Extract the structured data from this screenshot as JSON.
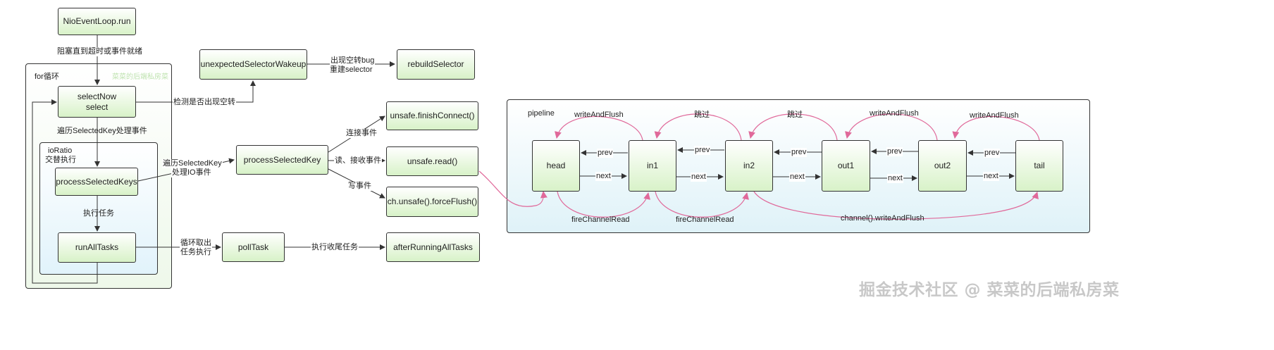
{
  "nodes": {
    "nioeventloop_run": "NioEventLoop.run",
    "selectnow_line1": "selectNow",
    "selectnow_line2": "select",
    "process_selected_keys": "processSelectedKeys",
    "run_all_tasks": "runAllTasks",
    "unexpected_selector_wakeup": "unexpectedSelectorWakeup",
    "rebuild_selector": "rebuildSelector",
    "process_selected_key": "processSelectedKey",
    "unsafe_finish_connect": "unsafe.finishConnect()",
    "unsafe_read": "unsafe.read()",
    "ch_force_flush": "ch.unsafe().forceFlush()",
    "poll_task": "pollTask",
    "after_running_all_tasks": "afterRunningAllTasks"
  },
  "containers": {
    "for_loop": "for循环",
    "io_ratio_line1": "ioRatio",
    "io_ratio_line2": "交替执行",
    "for_loop_watermark": "菜菜的后端私房菜",
    "pipeline": "pipeline"
  },
  "edges": {
    "block_until": "阻塞直到超时或事件就绪",
    "detect_spin": "检测是否出现空转",
    "spin_bug_line1": "出现空转bug",
    "spin_bug_line2": "重建selector",
    "iterate_selected_key": "遍历SelectedKey处理事件",
    "iterate_io_line1": "遍历SelectedKey",
    "iterate_io_line2": "处理IO事件",
    "connect_event": "连接事件",
    "read_accept_event": "读、接收事件",
    "write_event": "写事件",
    "execute_task": "执行任务",
    "loop_fetch_line1": "循环取出",
    "loop_fetch_line2": "任务执行",
    "execute_tail_task": "执行收尾任务"
  },
  "pipeline": {
    "handlers": [
      "head",
      "in1",
      "in2",
      "out1",
      "out2",
      "tail"
    ],
    "prev_label": "prev",
    "next_label": "next",
    "top_arcs": [
      "writeAndFlush",
      "跳过",
      "跳过",
      "writeAndFlush",
      "writeAndFlush"
    ],
    "bottom_fire_read": "fireChannelRead",
    "bottom_fire_read_2": "fireChannelRead",
    "bottom_write_and_flush": "channel().writeAndFlush"
  },
  "watermark": "掘金技术社区 @ 菜菜的后端私房菜",
  "colors": {
    "node_fill_top": "#ffffff",
    "node_fill_bottom": "#d8f2c8",
    "container_fill": "#eaf7e6",
    "inner_container_fill": "#e4f4fa",
    "pipeline_fill": "#e3f4fa",
    "arc_pink": "#e0699a",
    "line": "#333333"
  }
}
